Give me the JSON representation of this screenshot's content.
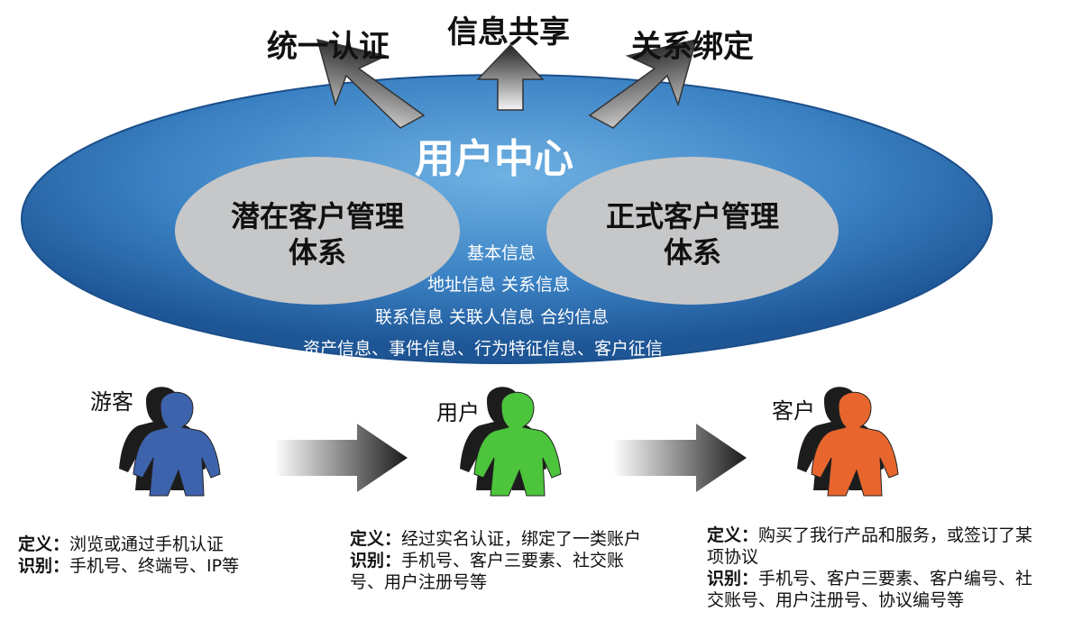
{
  "top_labels": [
    "统一认证",
    "信息共享",
    "关系绑定"
  ],
  "center_title": "用户中心",
  "left_system": [
    "潜在客户管理",
    "体系"
  ],
  "right_system": [
    "正式客户管理",
    "体系"
  ],
  "info_lines": [
    "基本信息",
    "地址信息  关系信息",
    "联系信息  关联人信息  合约信息",
    "资产信息、事件信息、行为特征信息、客户征信"
  ],
  "personas": [
    {
      "label": "游客",
      "color": "#3e63ad",
      "definition_label": "定义：",
      "definition": "浏览或通过手机认证",
      "identify_label": "识别：",
      "identify": "手机号、终端号、IP等"
    },
    {
      "label": "用户",
      "color": "#4cc43c",
      "definition_label": "定义：",
      "definition": "经过实名认证，绑定了一类账户",
      "identify_label": "识别：",
      "identify": "手机号、客户三要素、社交账号、用户注册号等"
    },
    {
      "label": "客户",
      "color": "#e8662e",
      "definition_label": "定义：",
      "definition": "购买了我行产品和服务，或签订了某项协议",
      "identify_label": "识别：",
      "identify": "手机号、客户三要素、客户编号、社交账号、用户注册号、协议编号等"
    }
  ],
  "colors": {
    "ellipse_light": "#5a9fd6",
    "ellipse_dark": "#1f5d9e",
    "inner_ellipse": "#c4c6c8",
    "shadow_figure": "#1c1c1c"
  }
}
